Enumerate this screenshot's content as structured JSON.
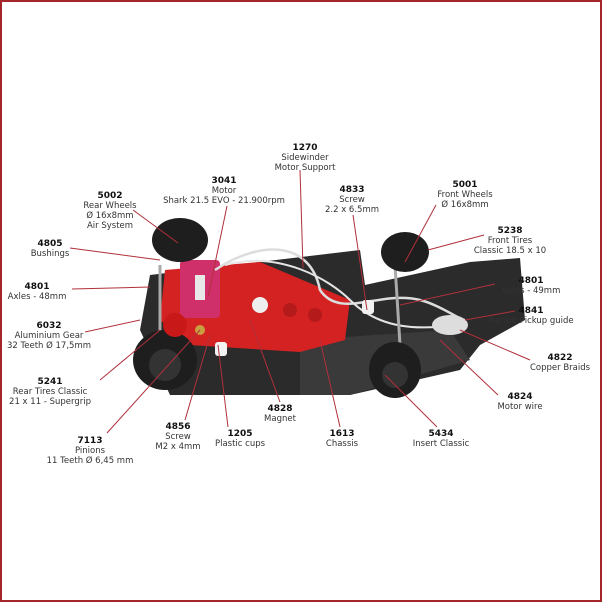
{
  "colors": {
    "border": "#a3262a",
    "leader": "#b0303a",
    "chassis": "#2a2a2a",
    "motor_mount": "#d42020",
    "motor_can": "#d0306a"
  },
  "labels": [
    {
      "id": "1270",
      "lines": [
        "Sidewinder",
        "Motor Support"
      ]
    },
    {
      "id": "5002",
      "lines": [
        "Rear Wheels",
        "Ø 16x8mm",
        "Air System"
      ]
    },
    {
      "id": "3041",
      "lines": [
        "Motor",
        "Shark 21.5 EVO - 21.900rpm"
      ]
    },
    {
      "id": "4833",
      "lines": [
        "Screw",
        "2.2 x 6.5mm"
      ]
    },
    {
      "id": "5001",
      "lines": [
        "Front Wheels",
        "Ø 16x8mm"
      ]
    },
    {
      "id": "5238",
      "lines": [
        "Front Tires",
        "Classic 18.5 x 10"
      ]
    },
    {
      "id": "4805",
      "lines": [
        "Bushings"
      ]
    },
    {
      "id": "4801",
      "lines": [
        "Axles - 48mm"
      ]
    },
    {
      "id": "4801",
      "lines": [
        "Axles - 49mm"
      ]
    },
    {
      "id": "4841",
      "lines": [
        "Racing Pickup guide"
      ]
    },
    {
      "id": "6032",
      "lines": [
        "Aluminium Gear",
        "32 Teeth Ø 17,5mm"
      ]
    },
    {
      "id": "4822",
      "lines": [
        "Copper Braids"
      ]
    },
    {
      "id": "5241",
      "lines": [
        "Rear Tires Classic",
        "21 x 11 - Supergrip"
      ]
    },
    {
      "id": "4824",
      "lines": [
        "Motor wire"
      ]
    },
    {
      "id": "4828",
      "lines": [
        "Magnet"
      ]
    },
    {
      "id": "4856",
      "lines": [
        "Screw",
        "M2 x 4mm"
      ]
    },
    {
      "id": "1205",
      "lines": [
        "Plastic cups"
      ]
    },
    {
      "id": "1613",
      "lines": [
        "Chassis"
      ]
    },
    {
      "id": "5434",
      "lines": [
        "Insert Classic"
      ]
    },
    {
      "id": "7113",
      "lines": [
        "Pinions",
        "11 Teeth Ø 6,45 mm"
      ]
    }
  ]
}
